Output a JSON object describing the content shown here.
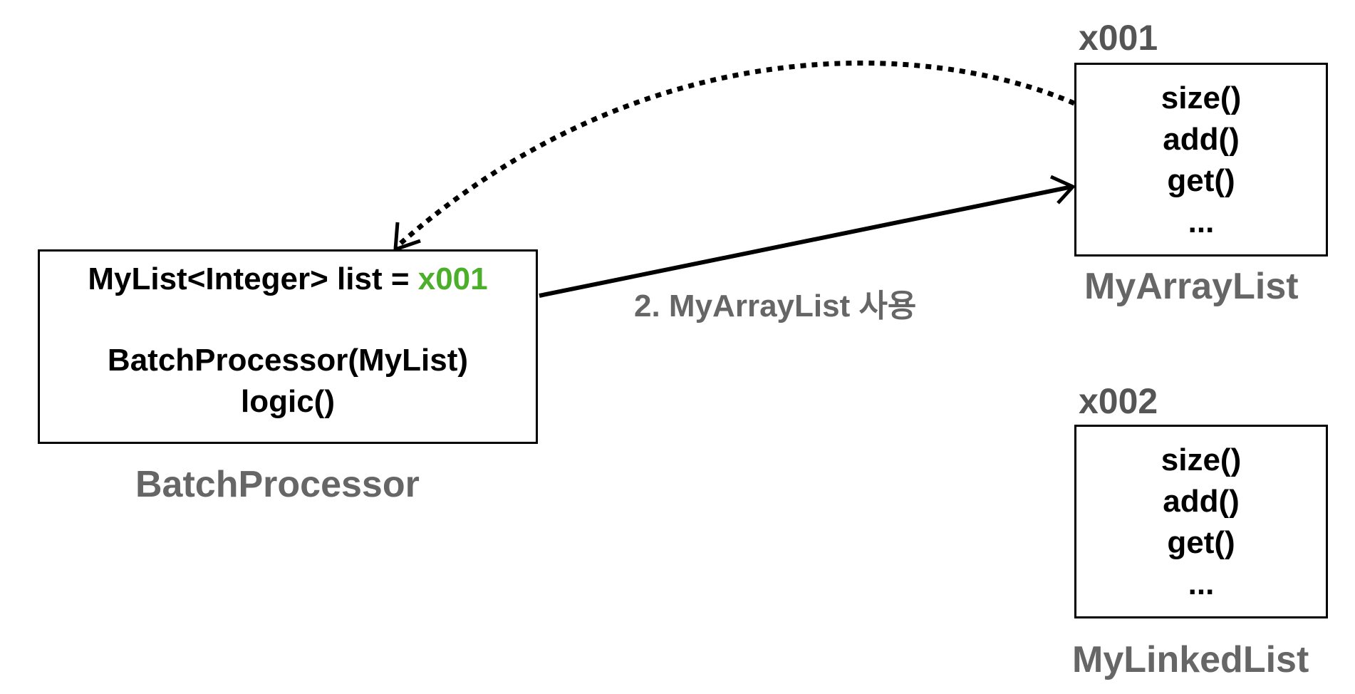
{
  "batch_processor": {
    "field_prefix": "MyList<Integer> list = ",
    "field_value": "x001",
    "constructor": "BatchProcessor(MyList)",
    "method": "logic()",
    "label": "BatchProcessor"
  },
  "array_list": {
    "address": "x001",
    "methods": [
      "size()",
      "add()",
      "get()",
      "..."
    ],
    "label": "MyArrayList"
  },
  "linked_list": {
    "address": "x002",
    "methods": [
      "size()",
      "add()",
      "get()",
      "..."
    ],
    "label": "MyLinkedList"
  },
  "arrow_label": "2. MyArrayList 사용",
  "colors": {
    "accent": "#4caf2a",
    "label_gray": "#666666"
  }
}
